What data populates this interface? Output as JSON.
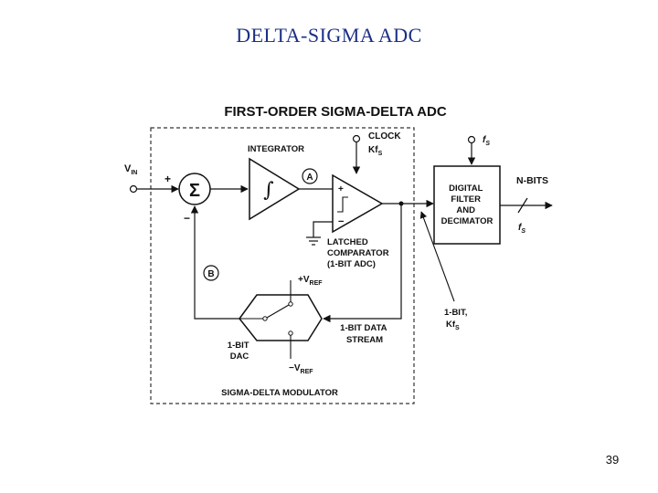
{
  "slide": {
    "title": "DELTA-SIGMA  ADC",
    "page_number": "39"
  },
  "diagram": {
    "title": "FIRST-ORDER SIGMA-DELTA ADC",
    "input": {
      "label": "V",
      "sub": "IN"
    },
    "summer": {
      "symbol": "Σ",
      "plus": "+",
      "minus": "−"
    },
    "integrator": {
      "label": "INTEGRATOR",
      "symbol": "∫",
      "node": "A"
    },
    "comparator": {
      "clock_label": "CLOCK",
      "clock_rate": "Kf",
      "clock_rate_sub": "S",
      "label_lines": [
        "LATCHED",
        "COMPARATOR",
        "(1-BIT ADC)"
      ],
      "plus": "+",
      "minus": "−"
    },
    "digital_filter": {
      "label_lines": [
        "DIGITAL",
        "FILTER",
        "AND",
        "DECIMATOR"
      ],
      "clock_label": "f",
      "clock_sub": "S"
    },
    "output": {
      "label": "N-BITS",
      "rate": "f",
      "rate_sub": "S"
    },
    "bitstream_note": {
      "line1": "1-BIT,",
      "line2": "Kf",
      "line2_sub": "S"
    },
    "dac": {
      "label_lines": [
        "1-BIT",
        "DAC"
      ],
      "vref_pos": "+V",
      "vref_pos_sub": "REF",
      "vref_neg": "−V",
      "vref_neg_sub": "REF"
    },
    "feedback_node": "B",
    "data_stream_lines": [
      "1-BIT DATA",
      "STREAM"
    ],
    "modulator_label": "SIGMA-DELTA MODULATOR"
  }
}
